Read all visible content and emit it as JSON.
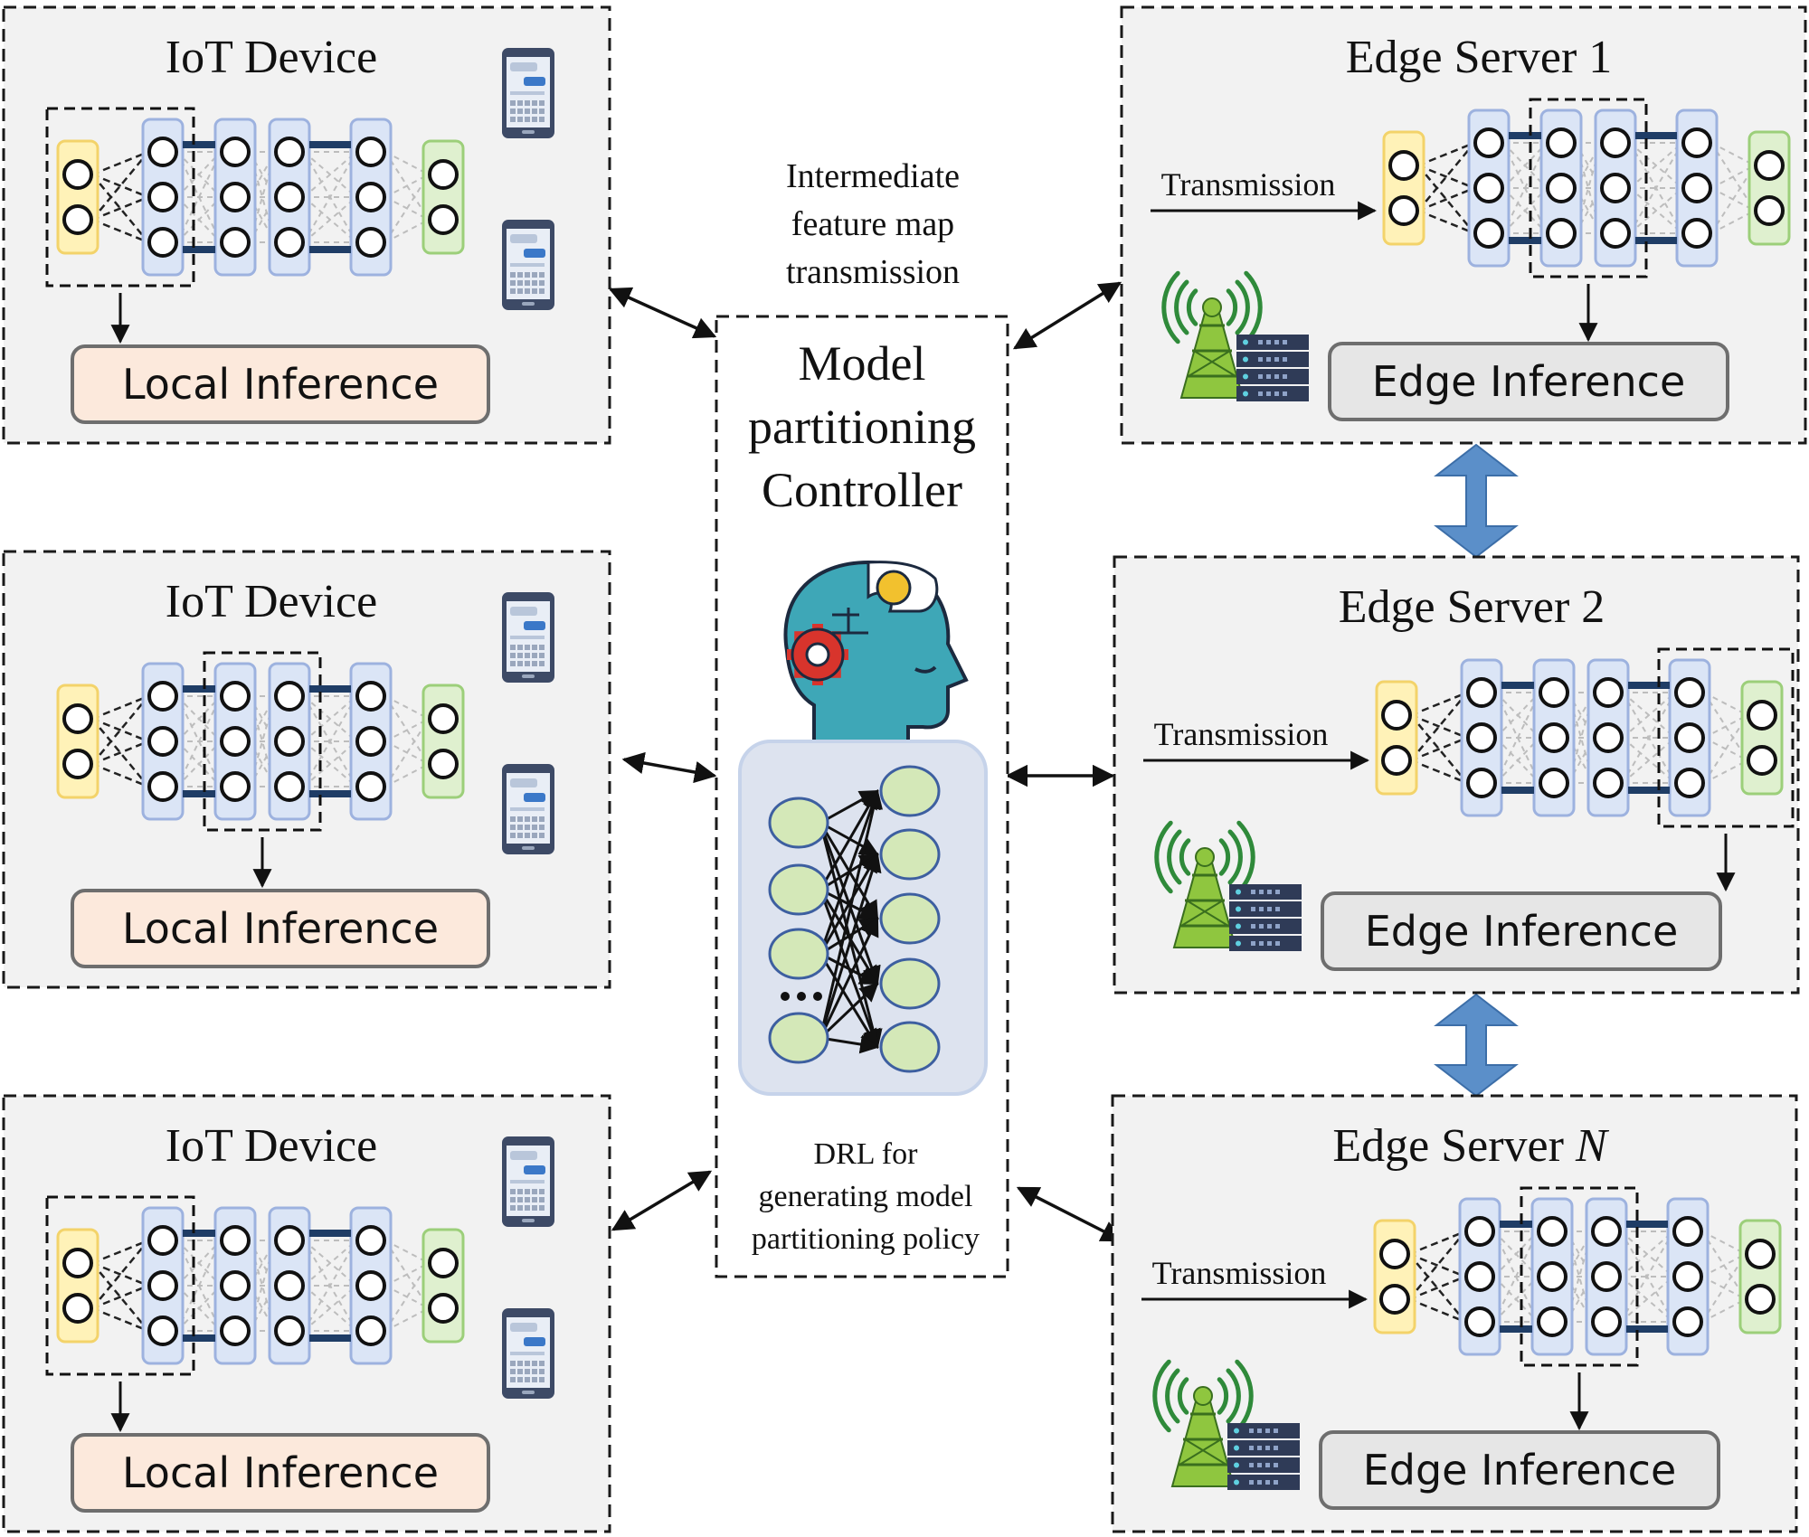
{
  "iot_devices": [
    {
      "title": "IoT  Device",
      "inference_label": "Local Inference"
    },
    {
      "title": "IoT  Device",
      "inference_label": "Local Inference"
    },
    {
      "title": "IoT  Device",
      "inference_label": "Local Inference"
    }
  ],
  "edge_servers": [
    {
      "title": "Edge Server 1",
      "title_base": "Edge Server",
      "title_suffix": "1",
      "suffix_italic": false,
      "transmission_label": "Transmission",
      "inference_label": "Edge Inference"
    },
    {
      "title": "Edge Server 2",
      "title_base": "Edge Server",
      "title_suffix": "2",
      "suffix_italic": false,
      "transmission_label": "Transmission",
      "inference_label": "Edge Inference"
    },
    {
      "title": "Edge Server N",
      "title_base": "Edge Server",
      "title_suffix": "N",
      "suffix_italic": true,
      "transmission_label": "Transmission",
      "inference_label": "Edge Inference"
    }
  ],
  "controller": {
    "title_lines": [
      "Model",
      "partitioning",
      "Controller"
    ],
    "feature_map_lines": [
      "Intermediate",
      "feature map",
      "transmission"
    ],
    "drl_lines": [
      "DRL for",
      "generating model",
      "partitioning policy"
    ]
  },
  "colors": {
    "panel_bg": "#f2f2f2",
    "local_inference_fill": "#fce9dc",
    "edge_inference_fill": "#e6e6e6",
    "input_layer": "#fff2b8",
    "hidden_layer": "#dbe5f6",
    "output_layer": "#dff0cf",
    "drl_panel": "#dde3ef",
    "drl_node": "#d4e8b8",
    "double_arrow": "#5b8fc9"
  }
}
